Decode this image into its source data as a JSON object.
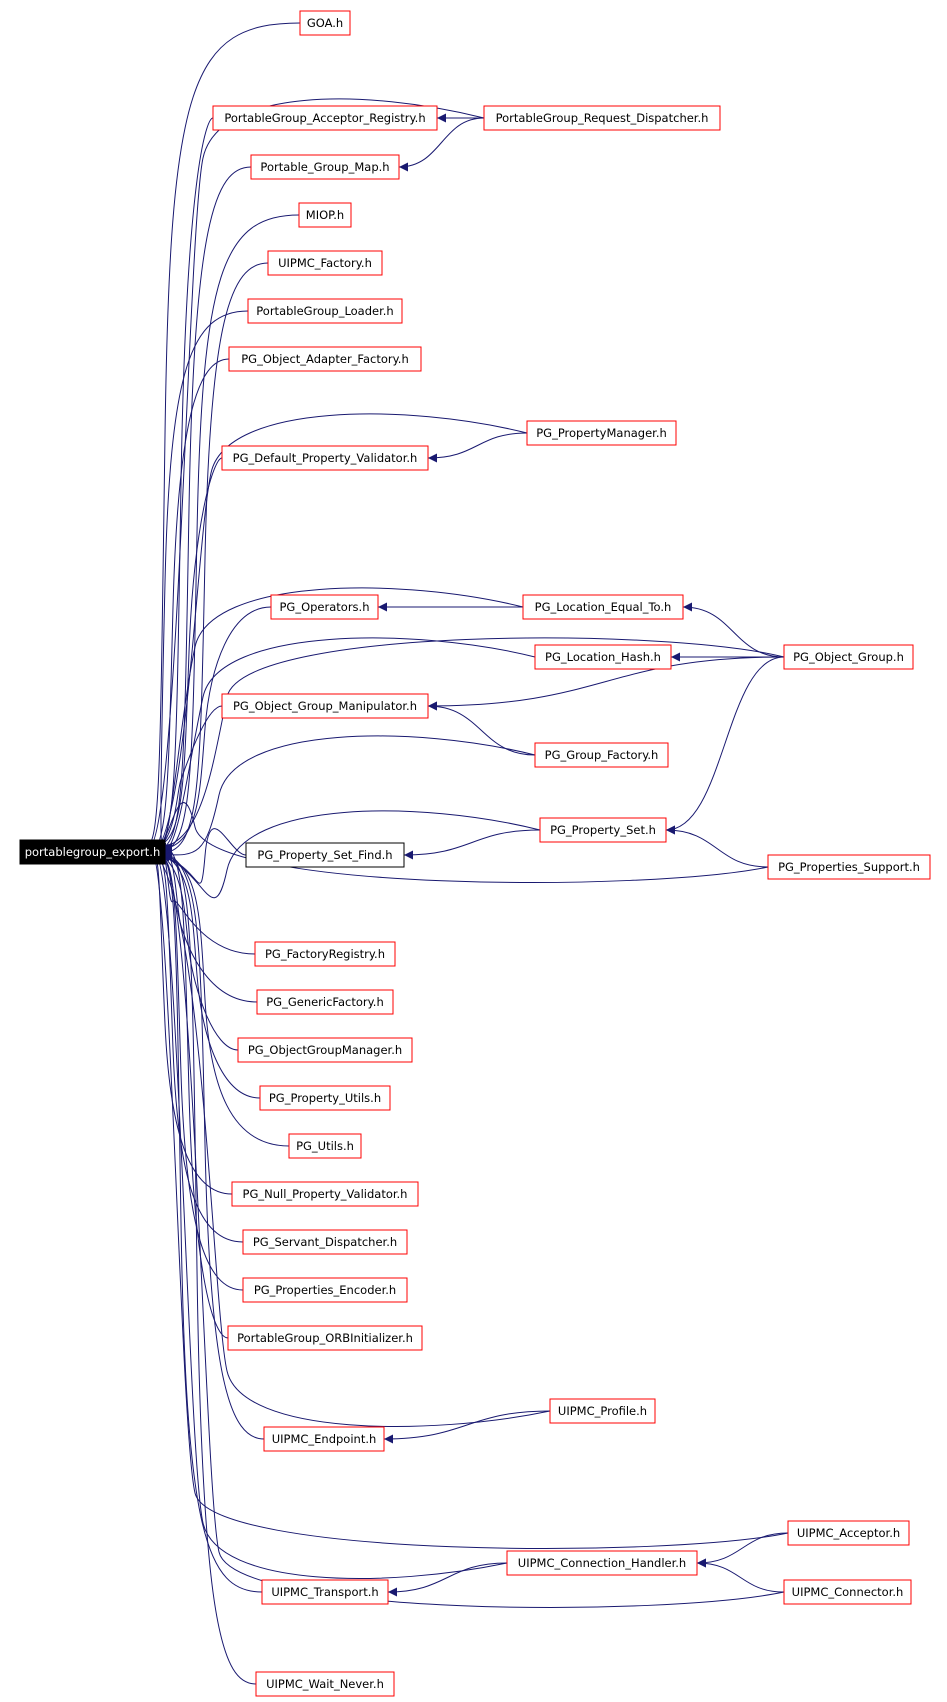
{
  "colors": {
    "edge": "#191970",
    "node_border_red": "#ff0000",
    "node_border_black": "#000000",
    "root_fill": "#000000",
    "root_text": "#ffffff",
    "text": "#000000",
    "background": "#ffffff"
  },
  "root": {
    "label": "portablegroup_export.h"
  },
  "nodes": [
    {
      "id": "goa",
      "label": "GOA.h"
    },
    {
      "id": "acceptor_registry",
      "label": "PortableGroup_Acceptor_Registry.h"
    },
    {
      "id": "request_dispatcher",
      "label": "PortableGroup_Request_Dispatcher.h"
    },
    {
      "id": "group_map",
      "label": "Portable_Group_Map.h"
    },
    {
      "id": "miop",
      "label": "MIOP.h"
    },
    {
      "id": "uipmc_factory",
      "label": "UIPMC_Factory.h"
    },
    {
      "id": "pg_loader",
      "label": "PortableGroup_Loader.h"
    },
    {
      "id": "adapter_factory",
      "label": "PG_Object_Adapter_Factory.h"
    },
    {
      "id": "property_manager",
      "label": "PG_PropertyManager.h"
    },
    {
      "id": "default_validator",
      "label": "PG_Default_Property_Validator.h"
    },
    {
      "id": "operators",
      "label": "PG_Operators.h"
    },
    {
      "id": "location_equal",
      "label": "PG_Location_Equal_To.h"
    },
    {
      "id": "object_group",
      "label": "PG_Object_Group.h"
    },
    {
      "id": "location_hash",
      "label": "PG_Location_Hash.h"
    },
    {
      "id": "group_manipulator",
      "label": "PG_Object_Group_Manipulator.h"
    },
    {
      "id": "group_factory",
      "label": "PG_Group_Factory.h"
    },
    {
      "id": "property_set",
      "label": "PG_Property_Set.h"
    },
    {
      "id": "property_set_find",
      "label": "PG_Property_Set_Find.h"
    },
    {
      "id": "properties_support",
      "label": "PG_Properties_Support.h"
    },
    {
      "id": "factory_registry",
      "label": "PG_FactoryRegistry.h"
    },
    {
      "id": "generic_factory",
      "label": "PG_GenericFactory.h"
    },
    {
      "id": "ogm",
      "label": "PG_ObjectGroupManager.h"
    },
    {
      "id": "property_utils",
      "label": "PG_Property_Utils.h"
    },
    {
      "id": "utils",
      "label": "PG_Utils.h"
    },
    {
      "id": "null_validator",
      "label": "PG_Null_Property_Validator.h"
    },
    {
      "id": "servant_dispatcher",
      "label": "PG_Servant_Dispatcher.h"
    },
    {
      "id": "properties_encoder",
      "label": "PG_Properties_Encoder.h"
    },
    {
      "id": "orb_initializer",
      "label": "PortableGroup_ORBInitializer.h"
    },
    {
      "id": "uipmc_profile",
      "label": "UIPMC_Profile.h"
    },
    {
      "id": "uipmc_endpoint",
      "label": "UIPMC_Endpoint.h"
    },
    {
      "id": "uipmc_acceptor",
      "label": "UIPMC_Acceptor.h"
    },
    {
      "id": "uipmc_conn_handler",
      "label": "UIPMC_Connection_Handler.h"
    },
    {
      "id": "uipmc_transport",
      "label": "UIPMC_Transport.h"
    },
    {
      "id": "uipmc_connector",
      "label": "UIPMC_Connector.h"
    },
    {
      "id": "uipmc_wait_never",
      "label": "UIPMC_Wait_Never.h"
    }
  ]
}
